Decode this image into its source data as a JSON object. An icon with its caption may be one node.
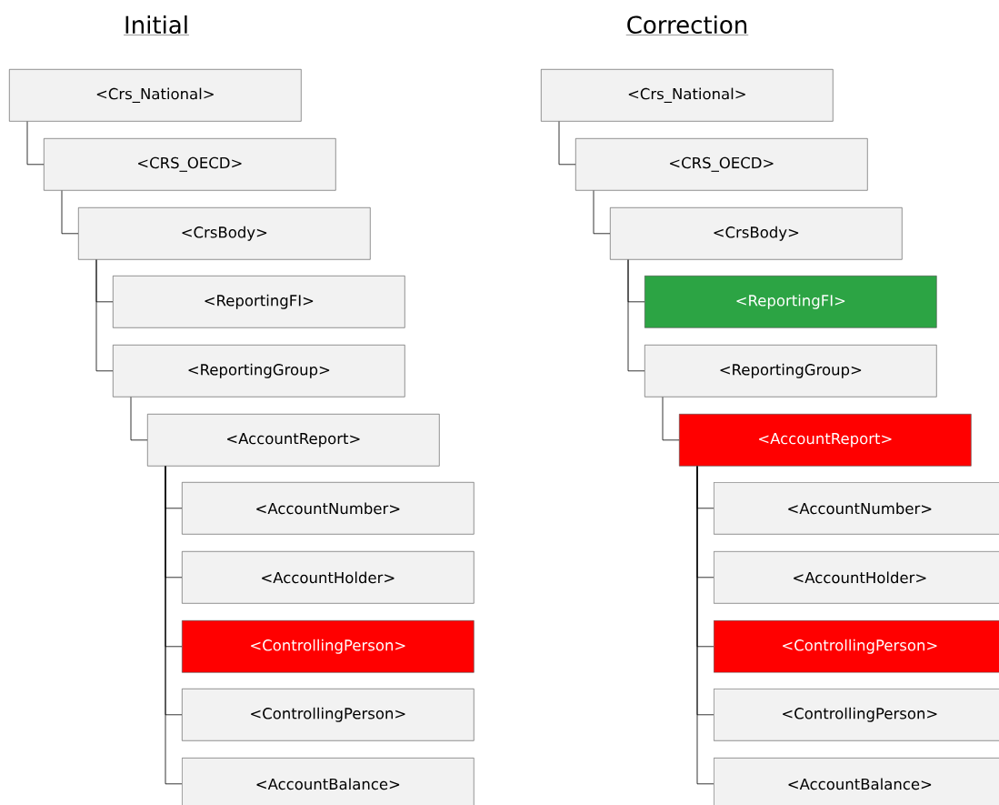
{
  "diagram": {
    "nodes": [
      {
        "text": [
          "<Crs_National>"
        ]
      },
      {
        "text": [
          "<CRS_OECD>"
        ]
      },
      {
        "text": [
          "<CrsBody>"
        ]
      },
      {
        "text": [
          "<ReportingFI>"
        ]
      },
      {
        "text": [
          "<ReportingGroup>"
        ]
      },
      {
        "text": [
          "<AccountReport>"
        ]
      },
      {
        "text": [
          "<AccountNumber>"
        ]
      },
      {
        "text": [
          "<AccountHolder>"
        ]
      },
      {
        "text": [
          "<ControllingPerson>"
        ]
      },
      {
        "text": [
          "<ControllingPerson>"
        ]
      },
      {
        "text": [
          "<AccountBalance>"
        ]
      },
      {
        "text": [
          "<Crs_National>"
        ]
      },
      {
        "text": [
          "<CRS_OECD>"
        ]
      },
      {
        "text": [
          "<CrsBody>"
        ]
      },
      {
        "text": [
          "<ReportingFI>"
        ]
      },
      {
        "text": [
          "<ReportingGroup>"
        ]
      },
      {
        "text": [
          "<AccountReport>"
        ]
      },
      {
        "text": [
          "<AccountNumber>"
        ]
      },
      {
        "text": [
          "<AccountHolder>"
        ]
      },
      {
        "text": [
          "<ControllingPerson>"
        ]
      },
      {
        "text": [
          "<ControllingPerson>"
        ]
      },
      {
        "text": [
          "<AccountBalance>"
        ]
      }
    ],
    "edges": [
      {
        "from": 0,
        "to": 1,
        "arrow": "none"
      },
      {
        "from": 1,
        "to": 2,
        "arrow": "none"
      },
      {
        "from": 2,
        "to": 3,
        "arrow": "none"
      },
      {
        "from": 2,
        "to": 4,
        "arrow": "none"
      },
      {
        "from": 4,
        "to": 5,
        "arrow": "none"
      },
      {
        "from": 5,
        "to": 6,
        "arrow": "none"
      },
      {
        "from": 5,
        "to": 7,
        "arrow": "none"
      },
      {
        "from": 5,
        "to": 8,
        "arrow": "none"
      },
      {
        "from": 5,
        "to": 9,
        "arrow": "none"
      },
      {
        "from": 5,
        "to": 10,
        "arrow": "none"
      },
      {
        "from": 11,
        "to": 12,
        "arrow": "none"
      },
      {
        "from": 12,
        "to": 13,
        "arrow": "none"
      },
      {
        "from": 13,
        "to": 14,
        "arrow": "none"
      },
      {
        "from": 13,
        "to": 15,
        "arrow": "none"
      },
      {
        "from": 15,
        "to": 16,
        "arrow": "none"
      },
      {
        "from": 16,
        "to": 17,
        "arrow": "none"
      },
      {
        "from": 16,
        "to": 18,
        "arrow": "none"
      },
      {
        "from": 16,
        "to": 19,
        "arrow": "none"
      },
      {
        "from": 16,
        "to": 20,
        "arrow": "none"
      },
      {
        "from": 16,
        "to": 21,
        "arrow": "none"
      }
    ],
    "labels": [
      "Initial",
      "Correction"
    ]
  }
}
